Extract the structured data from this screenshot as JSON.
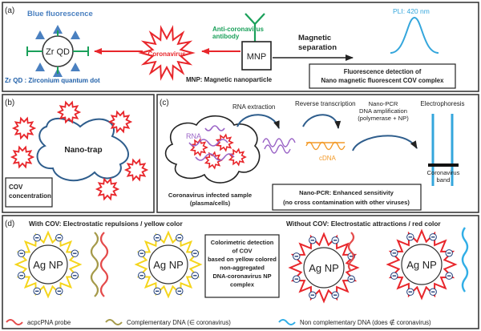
{
  "panel_a": {
    "letter": "(a)",
    "blue_fluorescence": "Blue fluorescence",
    "zr_qd": "Zr QD",
    "zr_qd_legend": "Zr QD : Zirconium quantum dot",
    "coronavirus": "Coronavirus",
    "antibody": "Anti-coronavirus\nantibody",
    "mnp": "MNP",
    "mnp_legend": "MNP: Magnetic nanoparticle",
    "magnetic": "Magnetic\nseparation",
    "pli": "PLI: 420 nm",
    "detection": "Fluorescence detection of\nNano magnetic fluorescent COV complex"
  },
  "panel_b": {
    "letter": "(b)",
    "nano_trap": "Nano-trap",
    "cov_conc": "COV\nconcentration"
  },
  "panel_c": {
    "letter": "(c)",
    "rna_extraction": "RNA  extraction",
    "reverse_transcription": "Reverse transcription",
    "nano_pcr_top": "Nano-PCR\nDNA amplification\n(polymerase + NP)",
    "electrophoresis": "Electrophoresis",
    "rna": "RNA",
    "cdna": "cDNA",
    "sample": "Coronavirus infected sample\n(plasma/cells)",
    "nano_pcr_box": "Nano-PCR: Enhanced sensitivity\n(no cross contamination with other viruses)",
    "band": "Coronavirus\nband"
  },
  "panel_d": {
    "letter": "(d)",
    "with_cov": "With COV: Electrostatic  repulsions / yellow color",
    "without_cov": "Without COV: Electrostatic  attractions / red color",
    "agnp": "Ag NP",
    "center_box": "Colorimetric detection\nof COV\nbased on yellow colored\nnon-aggregated\nDNA-coronavirus NP\ncomplex",
    "legend_probe": "acpcPNA probe",
    "legend_comp": "Complementary DNA (∈ coronavirus)",
    "legend_noncomp": "Non complementary DNA (does ∉ coronavirus)"
  },
  "colors": {
    "border": "#3a3a3a",
    "virus": "#e8262b",
    "antibody": "#1aa05a",
    "qd_blue": "#4a80c0",
    "title_blue": "#1f5fa8",
    "curve_blue": "#34a6dc",
    "sun_yellow": "#f5d51c",
    "rna_purple": "#9a63c6",
    "cdna_orange": "#f39a28",
    "trap_blue": "#2e5d8c",
    "minus_blue": "#1f3e7a",
    "probe_red": "#e44b4b",
    "comp_olive": "#a59a4a",
    "noncomp_cyan": "#31aee6"
  }
}
